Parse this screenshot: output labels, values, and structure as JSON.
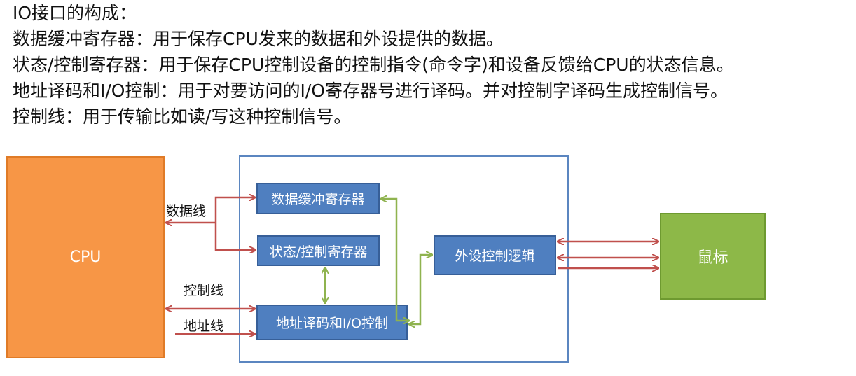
{
  "text_lines": [
    "IO接口的构成：",
    "数据缓冲寄存器：用于保存CPU发来的数据和外设提供的数据。",
    "状态/控制寄存器：用于保存CPU控制设备的控制指令(命令字)和设备反馈给CPU的状态信息。",
    "地址译码和I/O控制：用于对要访问的I/O寄存器号进行译码。并对控制字译码生成控制信号。",
    "控制线：用于传输比如读/写这种控制信号。"
  ],
  "diagram": {
    "cpu_label": "CPU",
    "data_buffer_label": "数据缓冲寄存器",
    "status_control_label": "状态/控制寄存器",
    "address_decode_label": "地址译码和I/O控制",
    "peripheral_logic_label": "外设控制逻辑",
    "mouse_label": "鼠标",
    "data_line_label": "数据线",
    "control_line_label": "控制线",
    "address_line_label": "地址线"
  },
  "colors": {
    "cpu": "#f79646",
    "register_box": "#4f7fc0",
    "mouse": "#8db848",
    "red_arrow": "#c0504d",
    "green_arrow": "#8fb34f",
    "frame": "#5b86c0"
  }
}
